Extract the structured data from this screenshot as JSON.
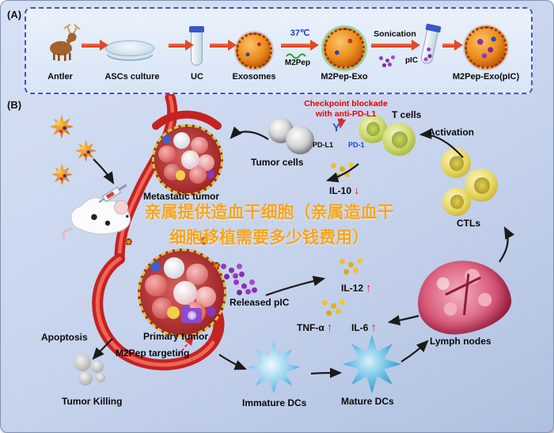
{
  "panelA": {
    "label": "(A)",
    "steps": {
      "antler": "Antler",
      "ascs": "ASCs culture",
      "uc": "UC",
      "exosomes": "Exosomes",
      "m2pep_exo": "M2Pep-Exo",
      "m2pep_exo_pic": "M2Pep-Exo(pIC)"
    },
    "annotations": {
      "temp": "37℃",
      "m2pep": "M2Pep",
      "sonication": "Sonication",
      "pic": "pIC"
    }
  },
  "panelB": {
    "label": "(B)",
    "checkpoint_line1": "Checkpoint blockade",
    "checkpoint_line2": "with anti-PD-L1",
    "t_cells": "T cells",
    "activation": "Activation",
    "tumor_cells": "Tumor cells",
    "pd_l1": "PD-L1",
    "pd_1": "PD-1",
    "metastatic_tumor": "Metastatic tumor",
    "il10": "IL-10",
    "il10_trend": "↓",
    "ctls": "CTLs",
    "il12": "IL-12",
    "il12_trend": "↑",
    "released_pic": "Released pIC",
    "tnf_alpha": "TNF-α",
    "tnf_trend": "↑",
    "il6": "IL-6",
    "il6_trend": "↑",
    "lymph_nodes": "Lymph nodes",
    "apoptosis": "Apoptosis",
    "primary_tumor": "Primary tumor",
    "m2pep_targeting": "M2Pep targeting",
    "tumor_killing": "Tumor Killing",
    "immature_dcs": "Immature DCs",
    "mature_dcs": "Mature DCs",
    "watermark": "亲属提供造血干细胞（亲属造血干细胞移植需要多少钱费用）"
  },
  "colors": {
    "flow_arrow_red": "#e04a28",
    "checkpoint_red": "#e80000",
    "trend_red": "#e01010",
    "watermark_orange": "#f7a51d",
    "temp_blue": "#1a3fd4",
    "panel_border_blue": "#3f55cc"
  }
}
